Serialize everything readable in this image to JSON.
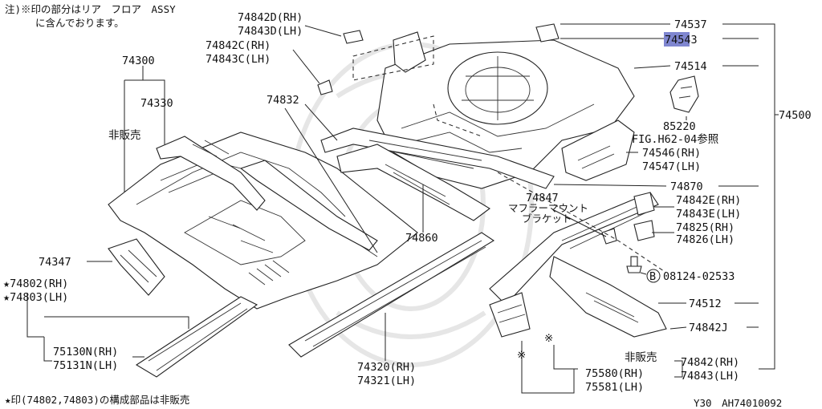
{
  "note": {
    "line1": "注)※印の部分はリア　フロア　ASSY",
    "line2": "に含んでおります。"
  },
  "footer": {
    "star_note": "★印(74802,74803)の構成部品は非販売",
    "code": "Y30　AH74010092"
  },
  "labels": {
    "p74842D_RH": "74842D(RH)",
    "p74843D_LH": "74843D(LH)",
    "p74842C_RH": "74842C(RH)",
    "p74843C_LH": "74843C(LH)",
    "p74300": "74300",
    "p74330": "74330",
    "hihanbai_left": "非販売",
    "p74832": "74832",
    "p74537": "74537",
    "p74543": "74543",
    "p74514": "74514",
    "p74500": "74500",
    "p85220": "85220",
    "fig_ref": "FIG.H62-04参照",
    "p74546_RH": "74546(RH)",
    "p74547_LH": "74547(LH)",
    "p74870": "74870",
    "p74847": "74847",
    "muffler_mount_1": "マフラーマウント",
    "muffler_mount_2": "ブラケット",
    "p74842E_RH": "74842E(RH)",
    "p74843E_LH": "74843E(LH)",
    "p74825_RH": "74825(RH)",
    "p74826_LH": "74826(LH)",
    "p74860": "74860",
    "p74347": "74347",
    "p74802_RH": "★74802(RH)",
    "p74803_LH": "★74803(LH)",
    "bolt_b": "B",
    "p08124": "08124-02533",
    "p74512": "74512",
    "p74842J": "74842J",
    "p75130N_RH": "75130N(RH)",
    "p75131N_LH": "75131N(LH)",
    "p74320_RH": "74320(RH)",
    "p74321_LH": "74321(LH)",
    "hihanbai_right": "非販売",
    "p74842_RH": "74842(RH)",
    "p74843_LH": "74843(LH)",
    "p75580_RH": "75580(RH)",
    "p75581_LH": "75581(LH)",
    "kome1": "※",
    "kome2": "※"
  },
  "highlight_color": "#7f86d0"
}
